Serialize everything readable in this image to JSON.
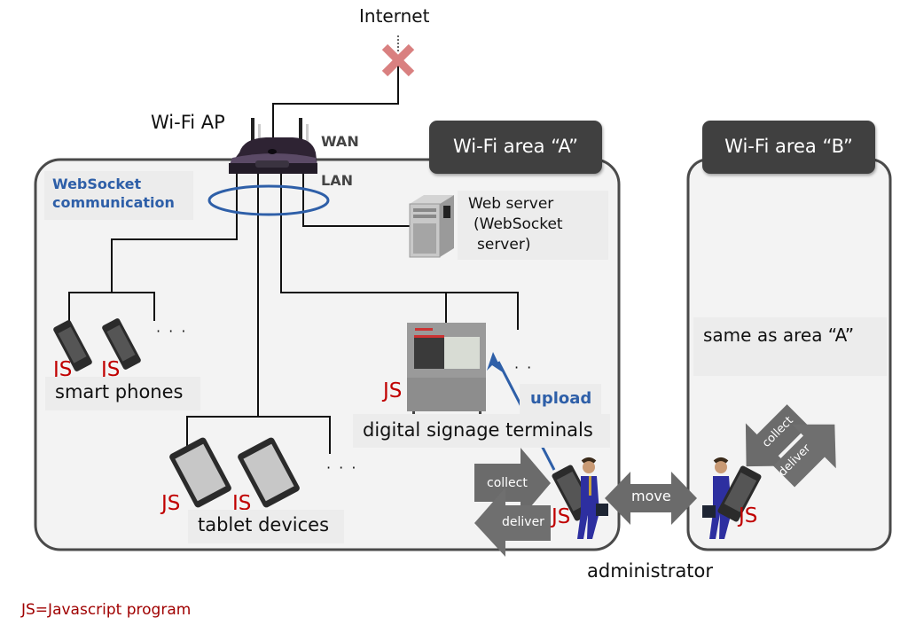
{
  "internet": {
    "label": "Internet",
    "status": "disconnected"
  },
  "access_point": {
    "label": "Wi-Fi AP",
    "wan_label": "WAN",
    "lan_label": "LAN"
  },
  "websocket": {
    "label_line1": "WebSocket",
    "label_line2": "communication"
  },
  "web_server": {
    "line1": "Web server",
    "line2": "(WebSocket",
    "line3": "server)"
  },
  "area_a": {
    "title": "Wi-Fi area “A”",
    "smart_phones": {
      "label": "smart phones",
      "js_tags": [
        "JS",
        "JS"
      ],
      "ellipsis": "· · ·"
    },
    "tablets": {
      "label": "tablet devices",
      "js_tags": [
        "JS",
        "JS"
      ],
      "ellipsis": "· · ·"
    },
    "signage": {
      "label": "digital signage terminals",
      "js_tag": "JS",
      "ellipsis": "· ·"
    },
    "upload_label": "upload",
    "collect_label": "collect",
    "deliver_label": "deliver",
    "admin_js": "JS"
  },
  "area_b": {
    "title": "Wi-Fi area “B”",
    "note": "same as area “A”",
    "collect_label": "collect",
    "deliver_label": "deliver",
    "admin_js": "JS"
  },
  "move_label": "move",
  "administrator_label": "administrator",
  "legend": "JS=Javascript program",
  "colors": {
    "accent_blue": "#2e5fa8",
    "js_red": "#c00000",
    "tab_dark": "#404040",
    "arrow_gray": "#6b6b6b",
    "x_mark": "#d98080",
    "area_fill": "#f3f3f3"
  }
}
